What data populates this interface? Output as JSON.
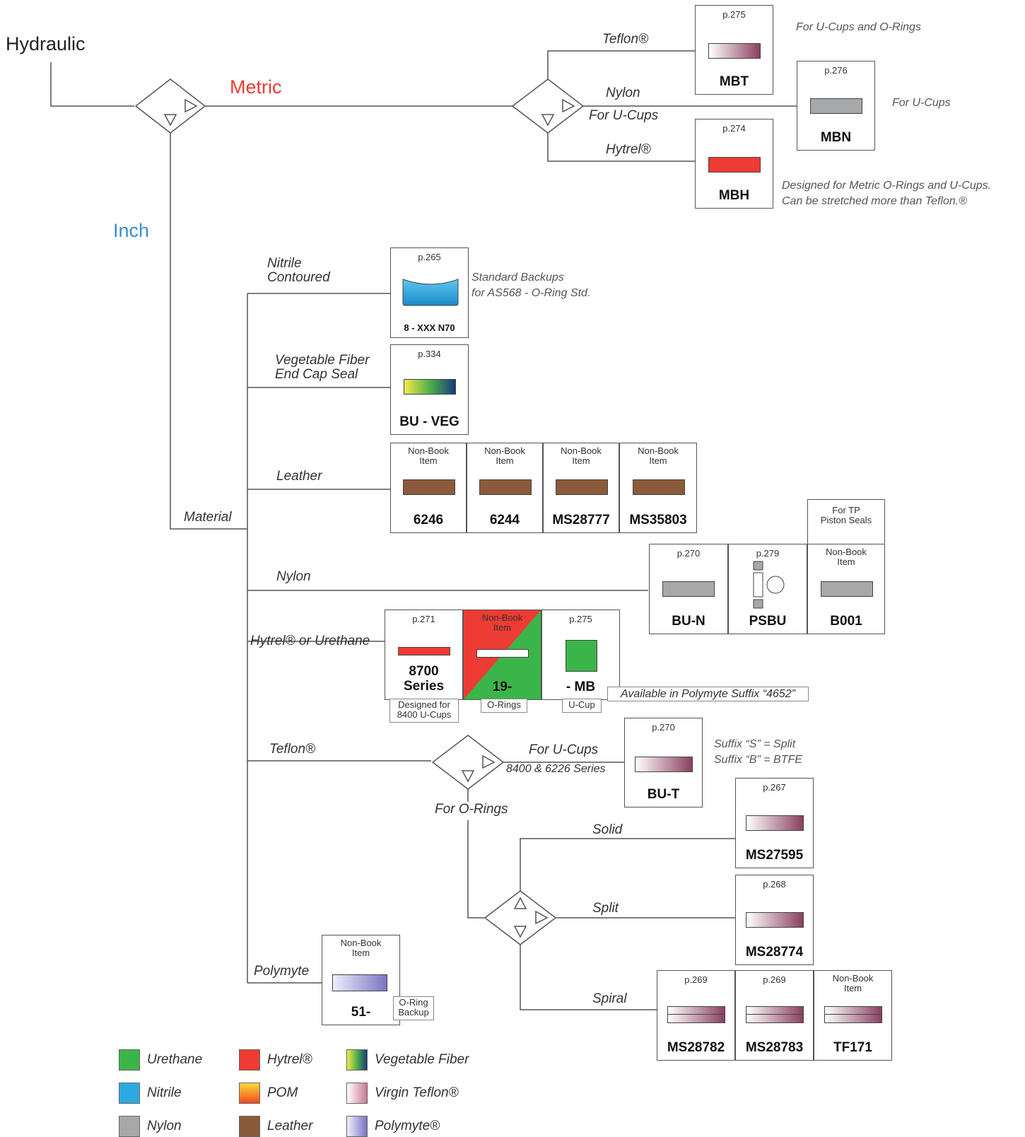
{
  "title": "Hydraulic",
  "branches": {
    "metric": "Metric",
    "inch": "Inch",
    "material": "Material"
  },
  "metric": {
    "teflon": "Teflon®",
    "nylon": "Nylon",
    "for_ucups": "For U-Cups",
    "hytrel": "Hytrel®",
    "mbt": {
      "page": "p.275",
      "part": "MBT",
      "note": "For U-Cups and O-Rings"
    },
    "mbn": {
      "page": "p.276",
      "part": "MBN",
      "note": "For U-Cups"
    },
    "mbh": {
      "page": "p.274",
      "part": "MBH",
      "note1": "Designed for Metric O-Rings and U-Cups.",
      "note2": "Can be stretched more than Teflon.®"
    }
  },
  "inch": {
    "nitrile": {
      "label1": "Nitrile",
      "label2": "Contoured",
      "page": "p.265",
      "part": "8 - XXX N70",
      "note1": "Standard Backups",
      "note2": "for AS568 - O-Ring Std."
    },
    "veg": {
      "label1": "Vegetable Fiber",
      "label2": "End Cap Seal",
      "page": "p.334",
      "part": "BU - VEG"
    },
    "leather": {
      "label": "Leather",
      "items": [
        {
          "top1": "Non-Book",
          "top2": "Item",
          "part": "6246"
        },
        {
          "top1": "Non-Book",
          "top2": "Item",
          "part": "6244"
        },
        {
          "top1": "Non-Book",
          "top2": "Item",
          "part": "MS28777"
        },
        {
          "top1": "Non-Book",
          "top2": "Item",
          "part": "MS35803"
        }
      ]
    },
    "nylon": {
      "label": "Nylon",
      "piston1": "For TP",
      "piston2": "Piston Seals",
      "items": [
        {
          "page": "p.270",
          "part": "BU-N"
        },
        {
          "page": "p.279",
          "part": "PSBU"
        },
        {
          "top1": "Non-Book",
          "top2": "Item",
          "part": "B001"
        }
      ]
    },
    "hytrel": {
      "label": "Hytrel® or Urethane",
      "series": {
        "page": "p.271",
        "part1": "8700",
        "part2": "Series",
        "tag1": "Designed for",
        "tag2": "8400 U-Cups"
      },
      "nineteen": {
        "top1": "Non-Book",
        "top2": "Item",
        "part": "19-",
        "tag": "O-Rings"
      },
      "mb": {
        "page": "p.275",
        "part": "- MB",
        "tag": "U-Cup",
        "note": "Available in Polymyte Suffix “4652”"
      }
    },
    "teflon": {
      "label": "Teflon®",
      "for_ucups": "For U-Cups",
      "series": "8400 & 6226 Series",
      "for_orings": "For O-Rings",
      "but": {
        "page": "p.270",
        "part": "BU-T",
        "note1": "Suffix “S” = Split",
        "note2": "Suffix “B” = BTFE"
      },
      "solid": {
        "label": "Solid",
        "page": "p.267",
        "part": "MS27595"
      },
      "split": {
        "label": "Split",
        "page": "p.268",
        "part": "MS28774"
      },
      "spiral": {
        "label": "Spiral",
        "items": [
          {
            "page": "p.269",
            "part": "MS28782"
          },
          {
            "page": "p.269",
            "part": "MS28783"
          },
          {
            "top1": "Non-Book",
            "top2": "Item",
            "part": "TF171"
          }
        ]
      }
    },
    "polymyte": {
      "label": "Polymyte",
      "top1": "Non-Book",
      "top2": "Item",
      "part": "51-",
      "tag1": "O-Ring",
      "tag2": "Backup"
    }
  },
  "legend": [
    {
      "label": "Urethane",
      "color": "#3bb54a"
    },
    {
      "label": "Nitrile",
      "color": "#2ea8e0"
    },
    {
      "label": "Nylon",
      "color": "#a7a8aa"
    },
    {
      "label": "Hytrel®",
      "color": "#ee3b33"
    },
    {
      "label": "POM",
      "color": "#f7a21b"
    },
    {
      "label": "Leather",
      "color": "#8b5a3a"
    },
    {
      "label": "Vegetable Fiber",
      "color": "#9bbb3d"
    },
    {
      "label": "Virgin Teflon®",
      "color": "#f3d3dd"
    },
    {
      "label": "Polymyte®",
      "color": "#b9b7e0"
    }
  ],
  "colors": {
    "metric": "#ee3b33",
    "inch": "#3a8fd0",
    "line": "#555555"
  }
}
